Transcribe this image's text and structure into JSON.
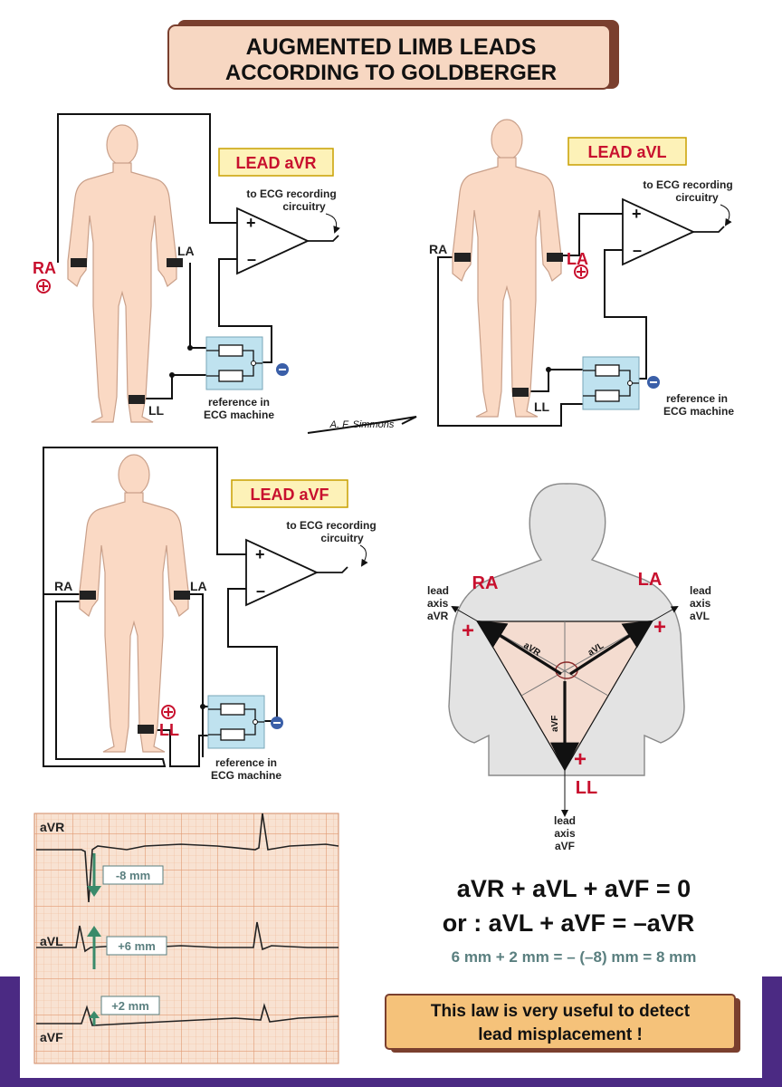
{
  "title": {
    "line1": "AUGMENTED LIMB LEADS",
    "line2": "ACCORDING TO GOLDBERGER"
  },
  "lead_labels": {
    "avr": "LEAD aVR",
    "avl": "LEAD aVL",
    "avf": "LEAD aVF"
  },
  "common": {
    "to_ecg_1": "to ECG recording",
    "to_ecg_2": "circuitry",
    "reference_1": "reference in",
    "reference_2": "ECG machine",
    "plus": "+",
    "minus": "−",
    "ra": "RA",
    "la": "LA",
    "ll": "LL"
  },
  "signature": "A. F. Simmons",
  "triangle": {
    "ra": "RA",
    "la": "LA",
    "ll": "LL",
    "axis_avr": [
      "lead",
      "axis",
      "aVR"
    ],
    "axis_avl": [
      "lead",
      "axis",
      "aVL"
    ],
    "axis_avf": [
      "lead",
      "axis",
      "aVF"
    ],
    "edge_avr": "aVR",
    "edge_avl": "aVL",
    "edge_avf": "aVF"
  },
  "ecg_strip": {
    "labels": [
      "aVR",
      "aVL",
      "aVF"
    ],
    "measurements": [
      "-8 mm",
      "+6 mm",
      "+2 mm"
    ]
  },
  "equations": {
    "eq1": "aVR + aVL + aVF = 0",
    "eq2": "or :  aVL + aVF = –aVR",
    "eq3": "6 mm + 2 mm  =  – (–8) mm = 8 mm"
  },
  "note": {
    "line1": "This law is very useful to detect",
    "line2": "lead misplacement !"
  },
  "colors": {
    "skin": "#fad9c4",
    "skin_outline": "#c9a08a",
    "red": "#c8102e",
    "label_bg": "#fdf2b8",
    "resistor_bg": "#bfe2ef",
    "ecg_grid": "#e7a47f",
    "ecg_bg": "#f8e2d2",
    "teal": "#5a7f7f",
    "note_bg": "#f5c27a",
    "purple": "#4b2a83"
  }
}
